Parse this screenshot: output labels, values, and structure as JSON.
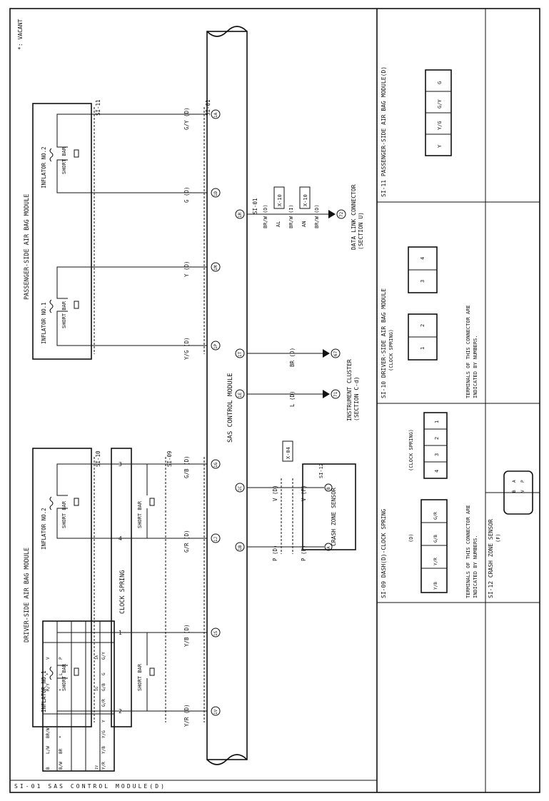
{
  "page_note": "*: VACANT",
  "components": {
    "driver_module_title": "DRIVER-SIDE AIR BAG MODULE",
    "passenger_module_title": "PASSENGER-SIDE AIR BAG MODULE",
    "inflator_1": "INFLATOR NO.1",
    "inflator_2": "INFLATOR NO.2",
    "short_bar": "SHORT BAR",
    "clock_spring": "CLOCK SPRING",
    "sas_control_module": "SAS CONTROL MODULE",
    "crash_zone_sensor": "CRASH ZONE SENSOR",
    "instrument_cluster": "INSTRUMENT CLUSTER",
    "instrument_cluster_section": "(SECTION C-d)",
    "data_link_connector": "DATA LINK CONNECTOR",
    "data_link_section": "(SECTION U)"
  },
  "connector_tags": {
    "si01": "SI-01",
    "si09": "SI-09",
    "si10": "SI-10",
    "si11": "SI-11",
    "si12": "SI-12",
    "x04": "X-04",
    "x10": "X-10"
  },
  "wires": {
    "driver": [
      {
        "label": "Y/R (D)",
        "pin": "1V",
        "spring_pin": "2"
      },
      {
        "label": "Y/B (D)",
        "pin": "1S",
        "spring_pin": "1"
      },
      {
        "label": "G/R (D)",
        "pin": "1J",
        "spring_pin": "4"
      },
      {
        "label": "G/B (D)",
        "pin": "1G",
        "spring_pin": "3"
      }
    ],
    "crash": [
      {
        "label": "P (D)",
        "pin": "1B",
        "lower": "P (F)",
        "sensor_pin": "A"
      },
      {
        "label": "V (D)",
        "pin": "1C",
        "lower": "V (F)",
        "sensor_pin": "B"
      }
    ],
    "cluster": [
      {
        "label": "L (D)",
        "pin": "1E",
        "ref": "71"
      },
      {
        "label": "BR (D)",
        "pin": "1T",
        "ref": "67"
      }
    ],
    "passenger": [
      {
        "label": "Y/G (D)",
        "pin": "1P"
      },
      {
        "label": "Y (D)",
        "pin": "1M"
      },
      {
        "label": "G (D)",
        "pin": "1D"
      },
      {
        "label": "G/Y (D)",
        "pin": "1A"
      }
    ],
    "dlc": {
      "pin": "1R",
      "l1": "BR/W (D)",
      "al": "AL",
      "l2": "BR/W (I)",
      "an": "AN",
      "l3": "BR/W (D)",
      "ref": "72"
    }
  },
  "connector_views": {
    "si01": {
      "title": "SI-01 SAS CONTROL MODULE(D)",
      "top_row": [
        {
          "num": "1V",
          "wire": "Y/R"
        },
        {
          "num": "1S",
          "wire": "Y/B"
        },
        {
          "num": "1P",
          "wire": "Y/G"
        },
        {
          "num": "1M",
          "wire": "Y"
        },
        {
          "num": "1J",
          "wire": "G/R"
        },
        {
          "num": "1G",
          "wire": "G/B"
        },
        {
          "num": "1D",
          "wire": "G"
        },
        {
          "num": "1A",
          "wire": "G/Y"
        }
      ],
      "bottom_row": [
        {
          "num": "1W",
          "wire": "B/W"
        },
        {
          "num": "1T",
          "wire": "BR"
        },
        {
          "num": "1Q",
          "wire": "*"
        },
        {
          "num": "1N",
          "wire": ""
        },
        {
          "num": "1K",
          "wire": ""
        },
        {
          "num": "1H",
          "wire": "*"
        },
        {
          "num": "1E",
          "wire": "L"
        },
        {
          "num": "1B",
          "wire": "P"
        }
      ],
      "third_row": [
        {
          "num": "1X",
          "wire": "B"
        },
        {
          "num": "1U",
          "wire": "L/W"
        },
        {
          "num": "1R",
          "wire": "BR/W"
        },
        {
          "num": "",
          "wire": ""
        },
        {
          "num": "",
          "wire": ""
        },
        {
          "num": "1I",
          "wire": "R/Y"
        },
        {
          "num": "1F",
          "wire": "*"
        },
        {
          "num": "1C",
          "wire": "V"
        }
      ]
    },
    "si09": {
      "title": "SI-09 DASH(D)-CLOCK SPRING",
      "left_label": "(D)",
      "left_pins": [
        "Y/B",
        "Y/R",
        "G/B",
        "G/R"
      ],
      "right_label": "(CLOCK SPRING)",
      "right_pins": [
        "4",
        "3",
        "2",
        "1"
      ],
      "note_line1": "TERMINALS OF THIS CONNECTOR ARE",
      "note_line2": "INDICATED BY NUMBERS."
    },
    "si12": {
      "title": "SI-12 CRASH ZONE SENSOR",
      "sub": "(F)",
      "pins": [
        "B",
        "V",
        "A",
        "P"
      ]
    },
    "si10": {
      "title": "SI-10 DRIVER-SIDE AIR BAG MODULE",
      "sub": "(CLOCK SPRING)",
      "pins_a": [
        "1",
        "2"
      ],
      "pins_b": [
        "3",
        "4"
      ],
      "note_line1": "TERMINALS OF THIS CONNECTOR ARE",
      "note_line2": "INDICATED BY NUMBERS."
    },
    "si11": {
      "title": "SI-11 PASSENGER-SIDE AIR BAG MODULE(D)",
      "pins": [
        "Y",
        "Y/G",
        "G/Y",
        "G"
      ]
    }
  }
}
